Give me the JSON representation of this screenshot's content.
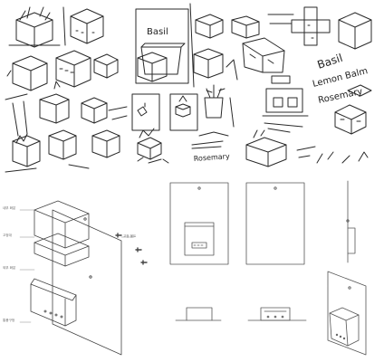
{
  "sketch_labels": {
    "basil_box": "Basil",
    "basil": "Basil",
    "lemon_balm": "Lemon Balm",
    "rosemary": "Rosemary",
    "rosemary_small": "Rosemary"
  },
  "exploded_view_labels": {
    "inner_container": "내부 화분",
    "support": "고정대",
    "outer_container": "외부 화분",
    "wall_bolt": "고정 볼트",
    "drain_holes": "통풍구멍"
  },
  "colors": {
    "ink": "#222222",
    "line": "#555555",
    "paper": "#ffffff"
  }
}
